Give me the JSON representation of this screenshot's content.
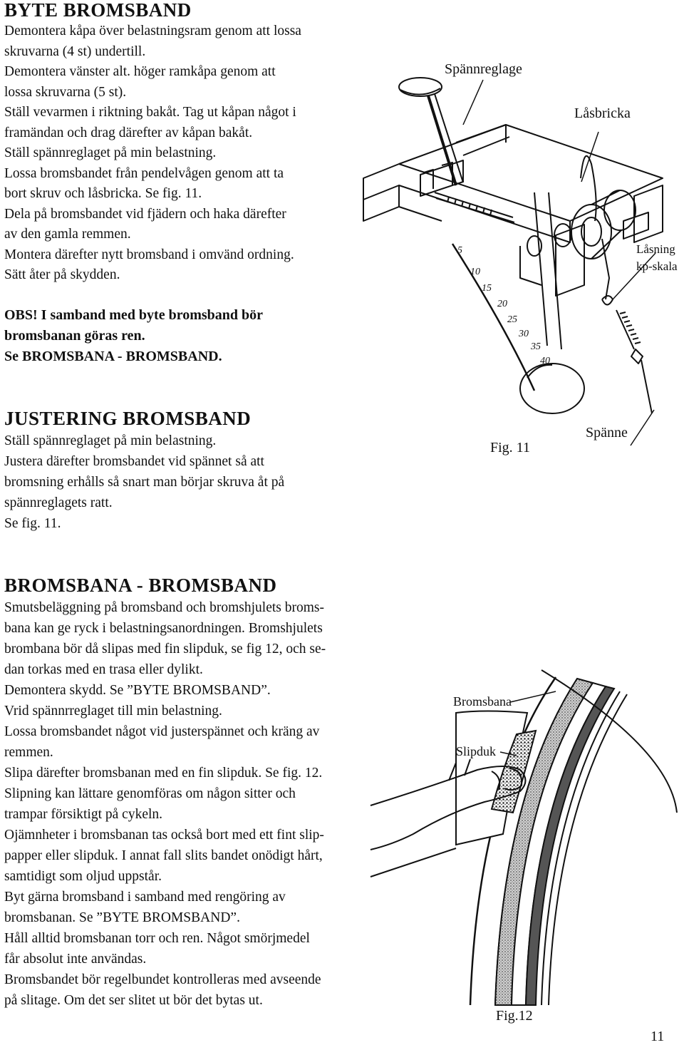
{
  "byte_bromsband": {
    "heading": "BYTE BROMSBAND",
    "lines": [
      "Demontera kåpa över belastningsram genom att lossa",
      "skruvarna (4 st) undertill.",
      "Demontera vänster alt. höger ramkåpa genom att",
      "lossa  skruvarna (5 st).",
      "Ställ vevarmen i riktning bakåt. Tag ut kåpan något i",
      "framändan och drag därefter av kåpan bakåt.",
      "Ställ spännreglaget på min belastning.",
      "Lossa bromsbandet från pendelvågen genom att ta",
      "bort skruv och låsbricka. Se fig. 11.",
      "Dela på bromsbandet vid fjädern och haka därefter",
      "av den gamla remmen.",
      "Montera därefter nytt bromsband i omvänd ordning.",
      "Sätt åter på skydden."
    ],
    "obs_lines": [
      "OBS! I samband med byte bromsband bör",
      "bromsbanan göras ren.",
      "Se BROMSBANA  - BROMSBAND."
    ]
  },
  "justering": {
    "heading": "JUSTERING BROMSBAND",
    "lines": [
      "Ställ spännreglaget på min belastning.",
      "Justera därefter bromsbandet vid spännet så att",
      "bromsning erhålls så snart man börjar skruva åt på",
      "spännreglagets ratt.",
      "Se fig. 11."
    ]
  },
  "bromsbana": {
    "heading": "BROMSBANA - BROMSBAND",
    "lines": [
      "Smutsbeläggning på bromsband och bromshjulets broms-",
      "bana kan ge ryck i belastningsanordningen. Bromshjulets",
      "brombana bör då slipas med fin slipduk, se fig 12, och se-",
      "dan torkas med en trasa eller dylikt.",
      "Demontera skydd. Se ”BYTE BROMSBAND”.",
      "Vrid spännrreglaget till min belastning.",
      "Lossa bromsbandet något vid justerspännet och kräng av",
      "remmen.",
      "Slipa därefter bromsbanan med en fin slipduk. Se fig. 12.",
      "Slipning kan lättare genomföras om någon sitter och",
      "trampar försiktigt på cykeln.",
      "Ojämnheter i bromsbanan tas också bort med ett fint slip-",
      "papper eller slipduk. I annat fall slits bandet onödigt hårt,",
      "samtidigt som oljud uppstår.",
      "Byt gärna bromsband i samband med rengöring av",
      "bromsbanan. Se ”BYTE BROMSBAND”.",
      "Håll alltid bromsbanan torr och ren. Något smörjmedel",
      "får absolut inte användas.",
      "Bromsbandet bör regelbundet kontrolleras med avseende",
      "på slitage. Om det ser slitet ut bör det bytas ut."
    ]
  },
  "fig11": {
    "caption": "Fig. 11",
    "labels": {
      "spannreglage": "Spännreglage",
      "lasbricka": "Låsbricka",
      "lasning_1": "Låsning",
      "lasning_2": "kp-skala",
      "spanne": "Spänne"
    },
    "scale_numbers": [
      "5",
      "10",
      "15",
      "20",
      "25",
      "30",
      "35",
      "40"
    ]
  },
  "fig12": {
    "caption": "Fig.12",
    "labels": {
      "bromsbana": "Bromsbana",
      "slipduk": "Slipduk"
    }
  },
  "page_number": "11"
}
